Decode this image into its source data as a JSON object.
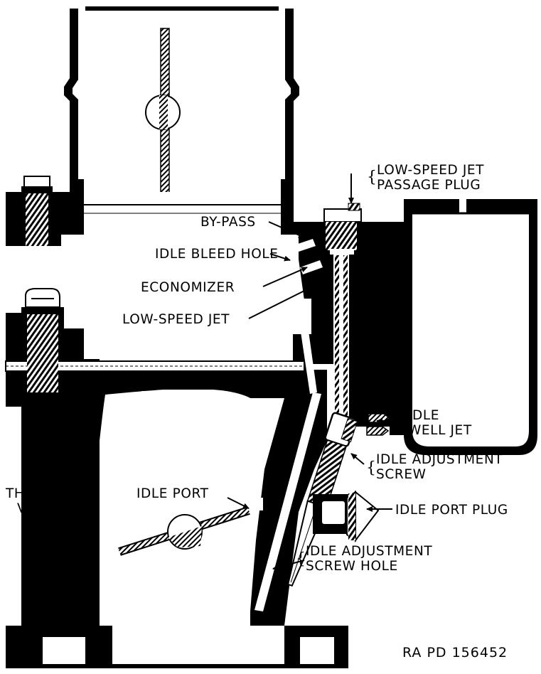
{
  "diagram": {
    "labels": {
      "low_speed_jet_passage_plug": [
        "LOW-SPEED JET",
        "PASSAGE PLUG"
      ],
      "by_pass": "BY-PASS",
      "idle_bleed_hole": "IDLE BLEED HOLE",
      "economizer": "ECONOMIZER",
      "low_speed_jet": "LOW-SPEED JET",
      "idle_well_jet": [
        "IDLE",
        "WELL JET"
      ],
      "idle_adjustment_screw": [
        "IDLE ADJUSTMENT",
        "SCREW"
      ],
      "throttle_valve": [
        "THROTTLE",
        "VALVE"
      ],
      "idle_port": "IDLE PORT",
      "idle_port_plug": "IDLE PORT PLUG",
      "idle_adjustment_screw_hole": [
        "IDLE ADJUSTMENT",
        "SCREW HOLE"
      ]
    },
    "reference_code": "RA PD 156452"
  }
}
